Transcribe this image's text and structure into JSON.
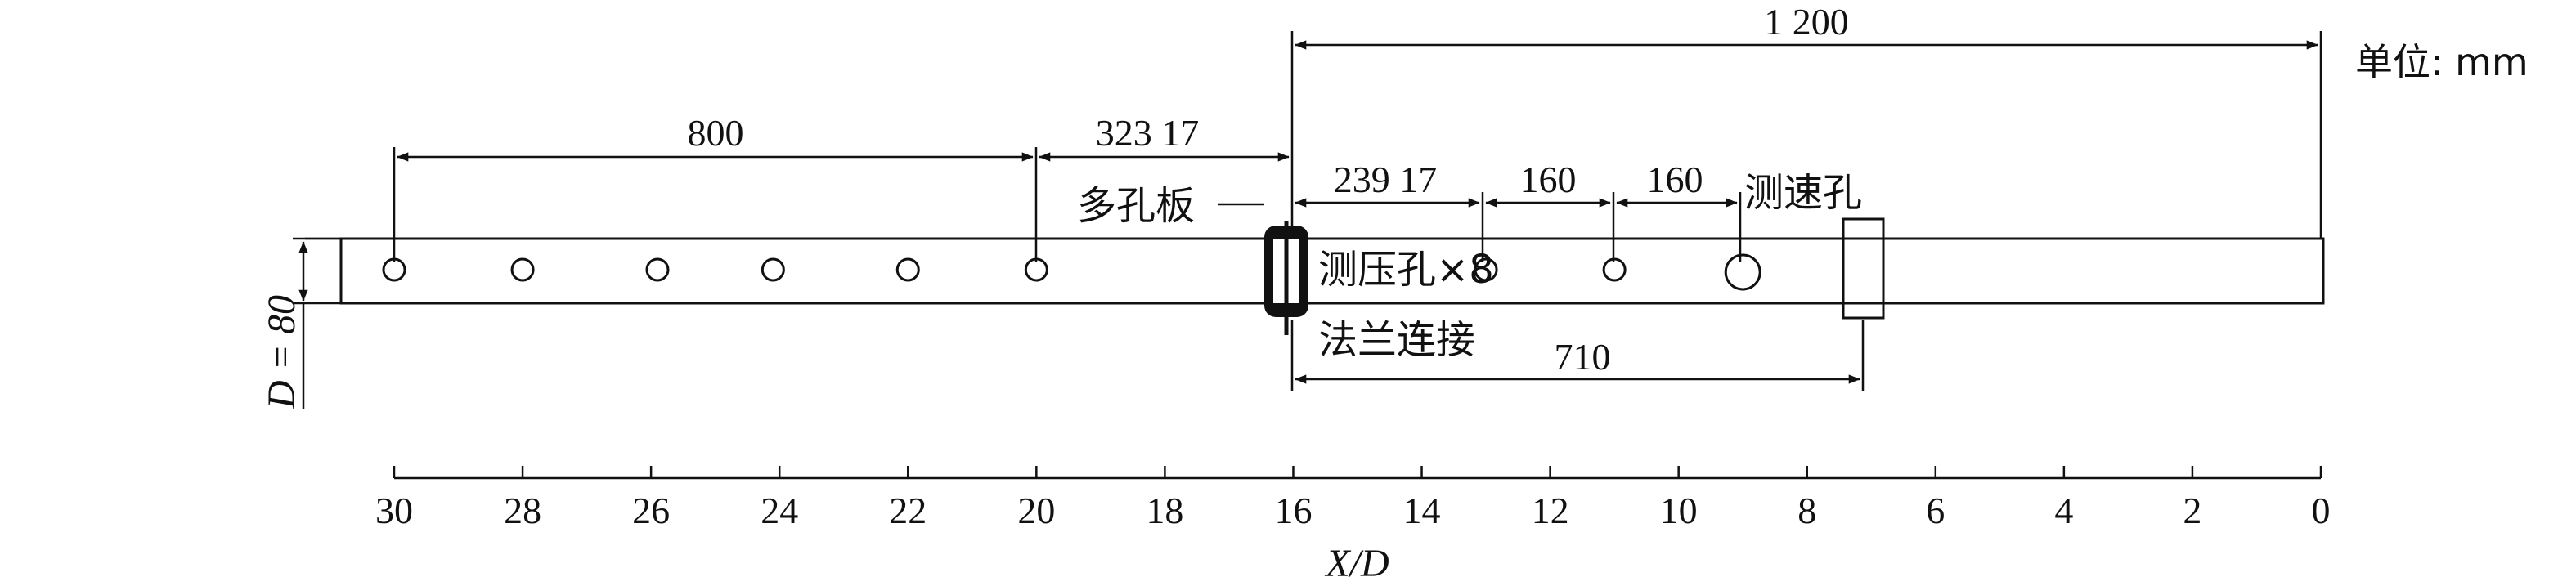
{
  "unit_label": "单位: mm",
  "dimensions": {
    "total": "1 200",
    "upstream_holes_span": "800",
    "holes_to_plate": "323 17",
    "plate_to_pressure_tap": "239 17",
    "tap_spacing_1": "160",
    "tap_spacing_2": "160",
    "plate_to_window": "710",
    "diameter": "D = 80"
  },
  "labels": {
    "perforated_plate": "多孔板",
    "velocity_hole": "测速孔",
    "pressure_taps": "测压孔×8",
    "flange": "法兰连接"
  },
  "axis": {
    "xlabel": "X/D",
    "ticks": [
      "30",
      "28",
      "26",
      "24",
      "22",
      "20",
      "18",
      "16",
      "14",
      "12",
      "10",
      "8",
      "6",
      "4",
      "2",
      "0"
    ],
    "range": [
      30,
      0
    ]
  },
  "holes_xd": [
    30,
    28,
    25.9,
    24.1,
    22,
    20,
    13,
    11
  ],
  "velocity_hole_xd": 9,
  "plate_xd": 16,
  "window_xd": 7.1
}
